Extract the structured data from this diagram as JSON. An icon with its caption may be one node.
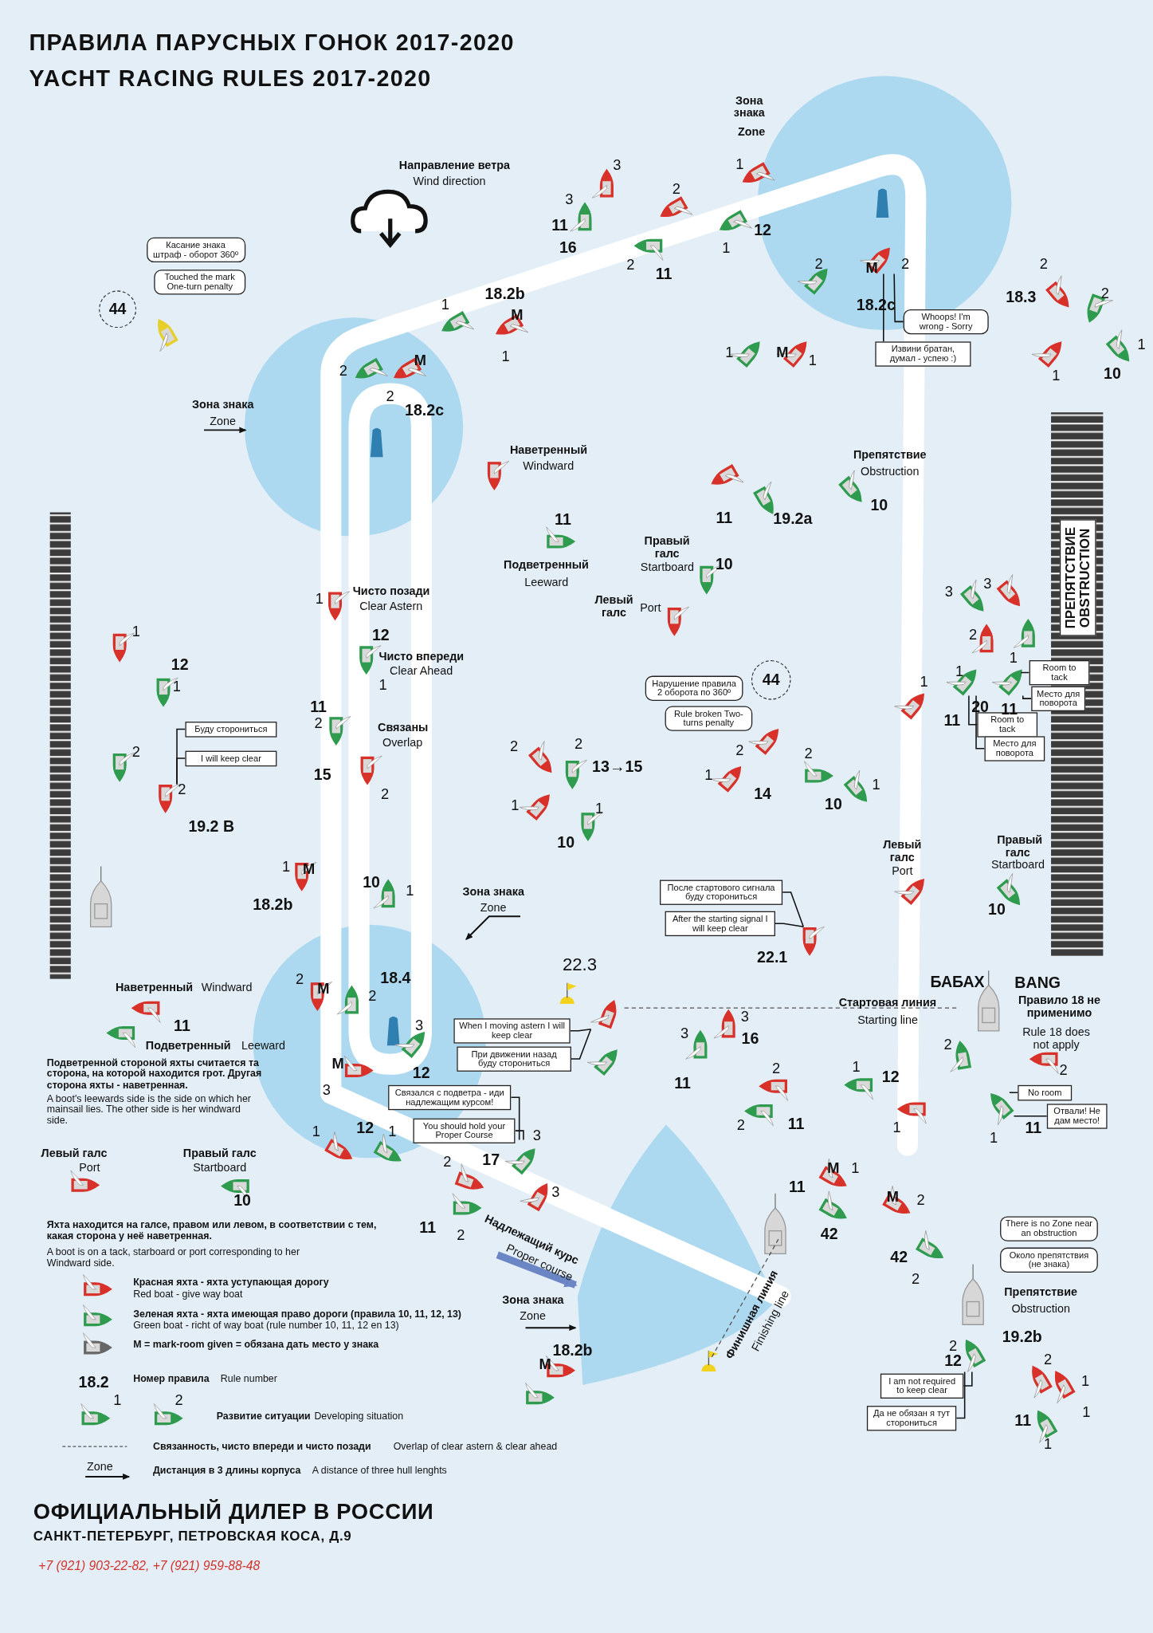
{
  "diagram": {
    "title": "ПРАВИЛА ПАРУСНЫХ ГОНОК 2017-2020",
    "nodes": [
      {
        "text": [
          "Касание знака штраф - оборот 360º"
        ]
      },
      {
        "text": [
          "Touched the mark One-turn penalty"
        ]
      },
      {
        "text": [
          "44"
        ]
      },
      {
        "text": [
          "Whoops! I'm wrong - Sorry"
        ]
      },
      {
        "text": [
          "Извини братан, думал - успею :)"
        ]
      },
      {
        "text": [
          "ПРЕПЯТСТВИЕ",
          "OBSTRUCTION"
        ]
      },
      {
        "text": [
          "Нарушение правила 2 оборота по 360º"
        ]
      },
      {
        "text": [
          "Rule broken Two-turns penalty"
        ]
      },
      {
        "text": [
          "44"
        ]
      },
      {
        "text": [
          "Room to tack"
        ]
      },
      {
        "text": [
          "Место для поворота"
        ]
      },
      {
        "text": [
          "Room to tack"
        ]
      },
      {
        "text": [
          "Место для поворота"
        ]
      },
      {
        "text": [
          "Буду сторониться"
        ]
      },
      {
        "text": [
          "I will keep clear"
        ]
      },
      {
        "text": [
          "После стартового сигнала буду сторониться"
        ]
      },
      {
        "text": [
          "After the starting signal I will keep clear"
        ]
      },
      {
        "text": [
          "When I moving astern I will keep clear"
        ]
      },
      {
        "text": [
          "При движении назад буду сторониться"
        ]
      },
      {
        "text": [
          "No room"
        ]
      },
      {
        "text": [
          "Отвали! Не дам место!"
        ]
      },
      {
        "text": [
          "Связался с подветра - иди надлежащим курсом!"
        ]
      },
      {
        "text": [
          "You should hold your Proper Course"
        ]
      },
      {
        "text": [
          "There is no Zone near an obstruction"
        ]
      },
      {
        "text": [
          "Около препятствия (не знака)"
        ]
      },
      {
        "text": [
          "I am not required to keep clear"
        ]
      },
      {
        "text": [
          "Да не обязан я тут сторониться"
        ]
      },
      {
        "text": [],
        "shape": "boat"
      },
      {
        "text": [],
        "shape": "boat"
      },
      {
        "text": [],
        "shape": "boat"
      },
      {
        "text": [],
        "shape": "boat"
      },
      {
        "text": [],
        "shape": "boat"
      },
      {
        "text": [],
        "shape": "boat"
      },
      {
        "text": [],
        "shape": "boat"
      },
      {
        "text": [],
        "shape": "boat"
      },
      {
        "text": [],
        "shape": "boat"
      }
    ],
    "edges": [
      {
        "from": 3,
        "to": 27,
        "arrow": "none"
      },
      {
        "from": 4,
        "to": 27,
        "arrow": "none"
      },
      {
        "from": 9,
        "to": 28,
        "arrow": "none"
      },
      {
        "from": 10,
        "to": 28,
        "arrow": "none"
      },
      {
        "from": 11,
        "to": 29,
        "arrow": "none"
      },
      {
        "from": 12,
        "to": 29,
        "arrow": "none"
      },
      {
        "from": 13,
        "to": 30,
        "arrow": "none"
      },
      {
        "from": 14,
        "to": 30,
        "arrow": "none"
      },
      {
        "from": 15,
        "to": 31,
        "arrow": "none"
      },
      {
        "from": 16,
        "to": 31,
        "arrow": "none"
      },
      {
        "from": 17,
        "to": 32,
        "arrow": "none"
      },
      {
        "from": 18,
        "to": 32,
        "arrow": "none"
      },
      {
        "from": 19,
        "to": 33,
        "arrow": "none"
      },
      {
        "from": 20,
        "to": 33,
        "arrow": "none"
      },
      {
        "from": 21,
        "to": 34,
        "arrow": "none"
      },
      {
        "from": 22,
        "to": 34,
        "arrow": "none"
      },
      {
        "from": 25,
        "to": 35,
        "arrow": "none"
      },
      {
        "from": 26,
        "to": 35,
        "arrow": "none"
      }
    ],
    "labels": [
      "YACHT RACING RULES 2017-2020",
      "Направление ветра",
      "Wind direction",
      "Зона знака",
      "Zone",
      "3",
      "1",
      "2",
      "3",
      "11",
      "12",
      "16",
      "1",
      "2",
      "11",
      "18.2b",
      "1",
      "M",
      "2",
      "M",
      "2",
      "18.3",
      "2",
      "2",
      "18.2c",
      "2",
      "M",
      "1",
      "2",
      "18.2c",
      "1",
      "M",
      "1",
      "1",
      "1",
      "10",
      "Зона знака",
      "Zone",
      "Наветренный",
      "Windward",
      "Препятствие",
      "Obstruction",
      "11",
      "19.2a",
      "10",
      "11",
      "Правый галс",
      "Подветренный",
      "Startboard",
      "10",
      "Leeward",
      "Чисто позади",
      "Clear Astern",
      "1",
      "Левый галс",
      "Port",
      "1",
      "12",
      "Чисто впереди",
      "Clear Ahead",
      "12",
      "1",
      "1",
      "11",
      "2",
      "Связаны",
      "Overlap",
      "2",
      "15",
      "2",
      "2",
      "19.2 B",
      "2",
      "2",
      "13→15",
      "1",
      "1",
      "10",
      "2",
      "2",
      "1",
      "1",
      "14",
      "10",
      "3",
      "3",
      "2",
      "1",
      "1",
      "1",
      "20",
      "11",
      "11",
      "Левый галс",
      "Port",
      "Правый галс",
      "Startboard",
      "10",
      "1",
      "M",
      "10",
      "1",
      "Зона знака",
      "Zone",
      "18.2b",
      "22.3",
      "22.1",
      "2",
      "18.4",
      "M",
      "2",
      "Наветренный",
      "Windward",
      "БАБАХ",
      "BANG",
      "Стартовая линия",
      "Starting line",
      "Правило 18 не применимо",
      "Rule 18 does not apply",
      "11",
      "3",
      "3",
      "3",
      "16",
      "Подветренный",
      "Leeward",
      "2",
      "Подветренной стороной яхты считается та сторона, на которой находится грот. Другая сторона яхты - наветренная.",
      "M",
      "12",
      "2",
      "1",
      "12",
      "2",
      "3",
      "11",
      "A boot's leewards side is the side on which her mainsail lies. The other side is her windward side.",
      "1",
      "12",
      "1",
      "3",
      "2",
      "11",
      "1",
      "1",
      "11",
      "Левый галс",
      "Port",
      "Правый галс",
      "Startboard",
      "2",
      "17",
      "11",
      "M",
      "1",
      "M",
      "2",
      "3",
      "10",
      "Яхта находится на галсе, правом или левом, в соответствии с тем, какая сторона у неё наветренная.",
      "A boot is on a tack, starboard or port corresponding to her Windward side.",
      "11",
      "2",
      "42",
      "Надлежащий курс",
      "Proper course",
      "42",
      "2",
      "Красная яхта - яхта уступающая дорогу",
      "Red boat - give way boat",
      "Препятствие",
      "Зона знака",
      "Obstruction",
      "Зеленая яхта - яхта имеющая право дороги (правила 10, 11, 12, 13)",
      "Green boat - richt of way boat (rule number 10, 11, 12 en 13)",
      "Zone",
      "Финишная линия",
      "Finishing line",
      "19.2b",
      "M = mark-room given = обязана дать место у знака",
      "18.2b",
      "2",
      "M",
      "12",
      "2",
      "18.2",
      "Номер правила",
      "Rule number",
      "1",
      "1",
      "1",
      "2",
      "Развитие ситуации",
      "Developing situation",
      "11",
      "Связанность, чисто впереди и чисто позади",
      "Overlap of clear astern & clear ahead",
      "1",
      "Zone",
      "Дистанция в 3 длины корпуса",
      "A distance of three hull lenghts",
      "ОФИЦИАЛЬНЫЙ ДИЛЕР В РОССИИ",
      "САНКТ-ПЕТЕРБУРГ, ПЕТРОВСКАЯ КОСА, Д.9",
      "+7 (921) 903-22-82, +7 (921) 959-88-48"
    ]
  }
}
